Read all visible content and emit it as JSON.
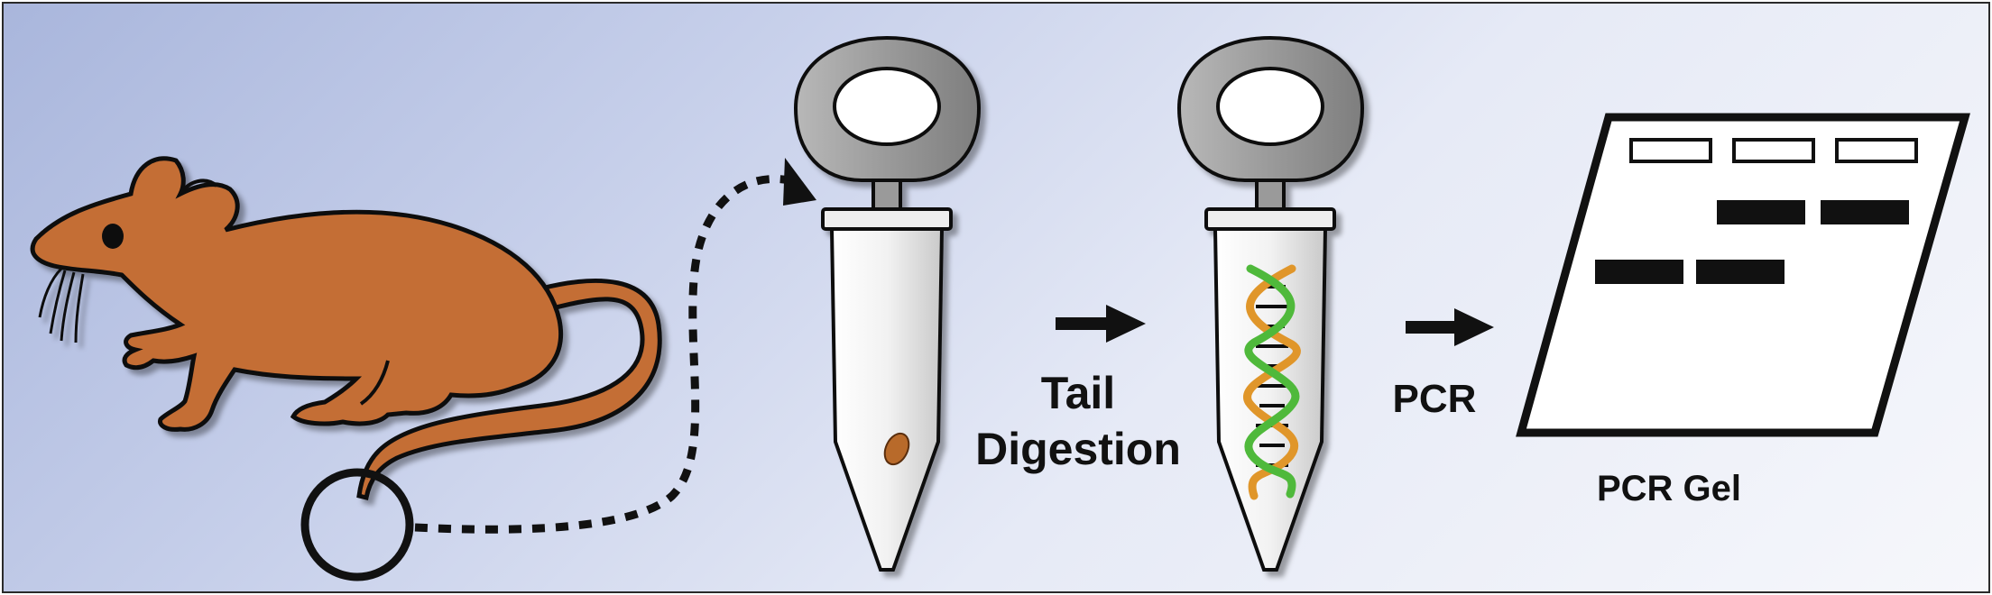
{
  "labels": {
    "tail_line1": "Tail",
    "tail_line2": "Digestion",
    "pcr": "PCR",
    "pcr_gel": "PCR Gel"
  },
  "colors": {
    "mouse_fill": "#c46e35",
    "tube_cap": "#9a9a9a",
    "dna_orange": "#e0962b",
    "dna_green": "#4fb93a",
    "tissue": "#b86a2a",
    "outline": "#111111"
  }
}
